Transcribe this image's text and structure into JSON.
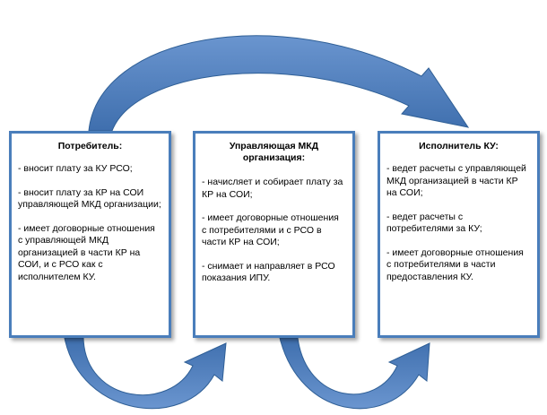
{
  "colors": {
    "arrow_fill": "#4f81bd",
    "arrow_edge": "#2f5f96",
    "box_border": "#4a7ebb"
  },
  "boxes": [
    {
      "title": "Потребитель:",
      "items": [
        "- вносит плату за КУ РСО;",
        "- вносит плату за КР на СОИ управляющей МКД организации;",
        "- имеет договорные отношения  с управляющей МКД организацией в части КР на СОИ, и с РСО как с исполнителем КУ."
      ]
    },
    {
      "title": "Управляющая МКД организация:",
      "items": [
        "- начисляет и собирает плату за КР на СОИ;",
        "- имеет договорные отношения с потребителями и с РСО в части КР на СОИ;",
        "- снимает и направляет в РСО показания ИПУ."
      ]
    },
    {
      "title": "Исполнитель КУ:",
      "items": [
        "- ведет расчеты с управляющей МКД организацией в части КР на СОИ;",
        "- ведет расчеты с потребителями за КУ;",
        "- имеет договорные отношения с потребителями в части предоставления КУ."
      ]
    }
  ]
}
